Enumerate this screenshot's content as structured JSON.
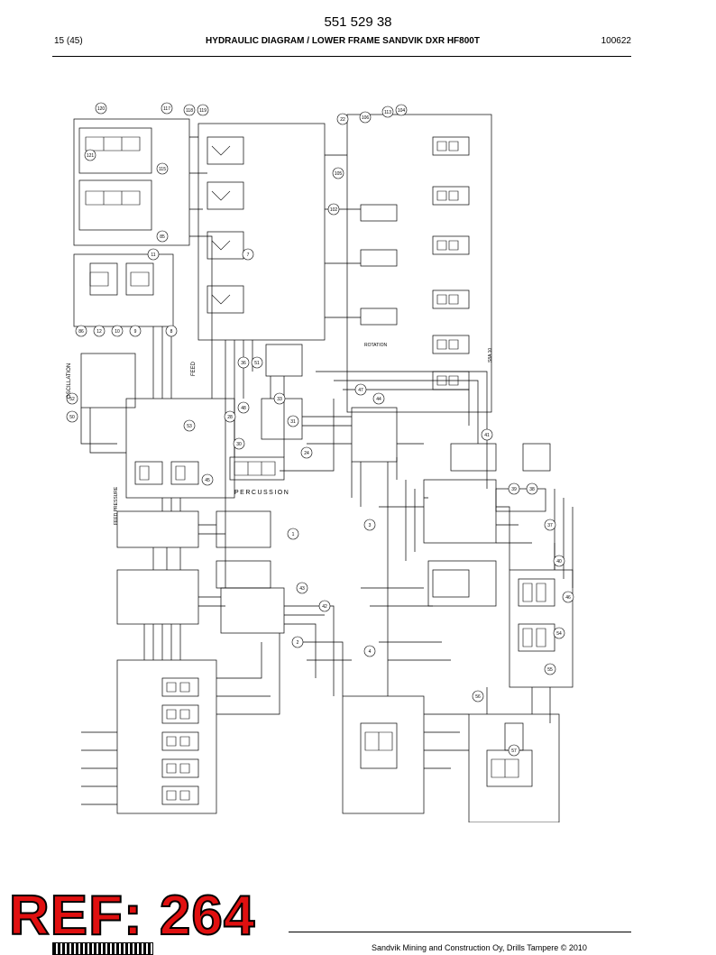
{
  "header": {
    "doc_number": "551 529 38",
    "page": "15 (45)",
    "title": "HYDRAULIC DIAGRAM / LOWER FRAME SANDVIK DXR HF800T",
    "code": "100622"
  },
  "diagram": {
    "labels": {
      "oscillation": "OSCILLATION",
      "feed_pressure": "FEED PRESSURE",
      "percussion": "PERCUSSION",
      "feed": "FEED",
      "rotation": "ROTATION",
      "s8a": "S8A 10"
    },
    "callouts": [
      "120",
      "117",
      "118",
      "119",
      "121",
      "115",
      "22",
      "106",
      "113",
      "104",
      "105",
      "102",
      "7",
      "11",
      "85",
      "86",
      "12",
      "10",
      "9",
      "8",
      "52",
      "50",
      "36",
      "51",
      "48",
      "33",
      "31",
      "24",
      "30",
      "28",
      "45",
      "53",
      "47",
      "44",
      "42",
      "43",
      "1",
      "2",
      "3",
      "4",
      "41",
      "39",
      "38",
      "37",
      "40",
      "46",
      "54",
      "55",
      "56",
      "57"
    ]
  },
  "footer": {
    "company": "Sandvik Mining and Construction Oy, Drills Tampere © 2010"
  },
  "stamp": {
    "text": "REF: 264"
  },
  "colors": {
    "stamp": "#e01010",
    "ink": "#000000"
  }
}
